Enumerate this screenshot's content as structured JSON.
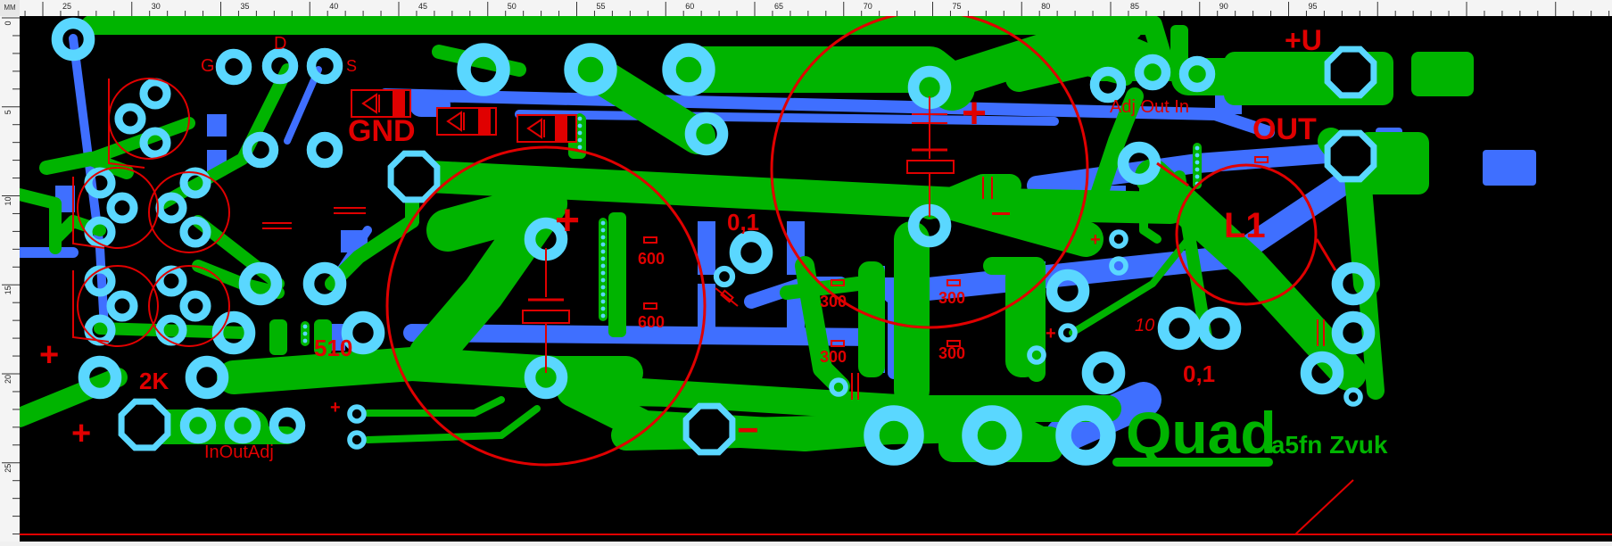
{
  "ruler": {
    "unit": "MM",
    "top_ticks": [
      "25",
      "30",
      "35",
      "40",
      "45",
      "50",
      "55",
      "60",
      "65",
      "70",
      "75",
      "80",
      "85",
      "90",
      "95"
    ],
    "left_ticks": [
      "0",
      "5",
      "10",
      "15",
      "20",
      "25"
    ]
  },
  "colors": {
    "board": "#000000",
    "top_copper": "#00b400",
    "bottom_copper": "#3f6fff",
    "pad": "#5ad7ff",
    "silkscreen": "#e00000",
    "ruler_bg": "#f4f4f4"
  },
  "silkscreen": {
    "labels": {
      "g": "G",
      "d": "D",
      "s": "S",
      "gnd": "GND",
      "plus_u": "+U",
      "adj_out_in": "Adj Out In",
      "out": "OUT",
      "l1": "L1",
      "c_01_left": "0,1",
      "c_01_right": "0,1",
      "r_600_top": "600",
      "r_600_bottom": "600",
      "r_300_a": "300",
      "r_300_b": "300",
      "r_300_c": "300",
      "r_300_d": "300",
      "r_510": "510",
      "r_2k": "2K",
      "c_10": "10",
      "in_out_adj": "InOutAdj",
      "minus": "−",
      "plus_1": "+",
      "plus_2": "+",
      "plus_3": "+",
      "plus_4": "+",
      "plus_5": "+",
      "plus_6": "+",
      "plus_7": "+"
    }
  },
  "title_logo": {
    "quad": "Quad",
    "author": "la5fn Zvuk"
  }
}
